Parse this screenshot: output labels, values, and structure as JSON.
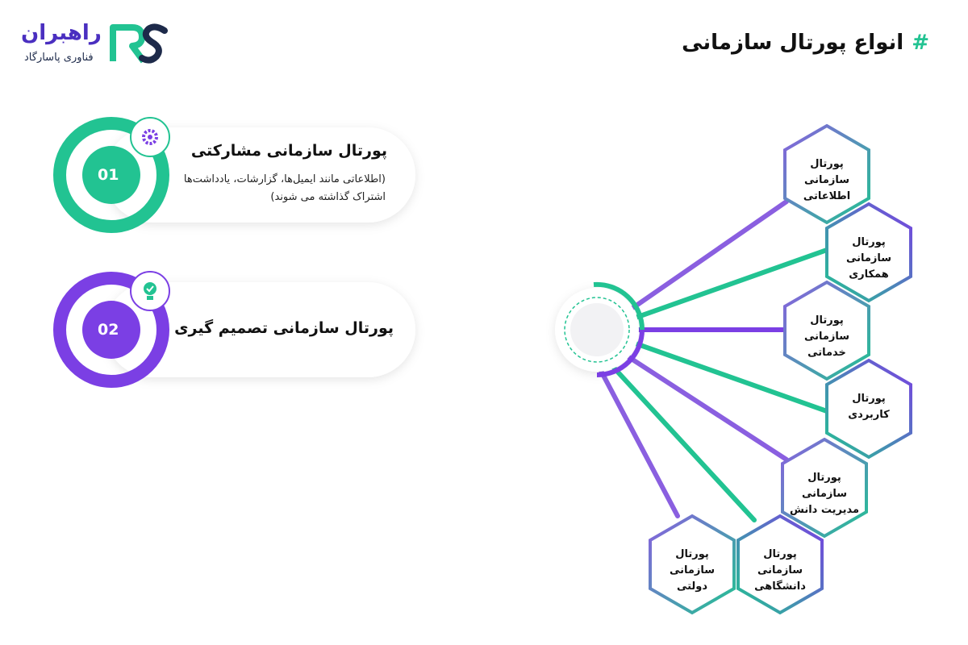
{
  "header": {
    "title": "انواع پورتال سازمانی",
    "hash": "#"
  },
  "logo": {
    "name": "راهبران",
    "subtitle": "فناوری پاسارگاد",
    "mark": "RS"
  },
  "cards": [
    {
      "number": "01",
      "title": "پورتال سازمانی مشارکتی",
      "description": "(اطلاعاتی مانند ایمیل‌ها، گزارشات، یادداشت‌ها اشتراک گذاشته می شوند)",
      "color": "#22c392",
      "icon": "gear-icon"
    },
    {
      "number": "02",
      "title": "پورتال سازمانی تصمیم گیری",
      "color": "#7b3fe4",
      "icon": "lightbulb-icon"
    }
  ],
  "portals": [
    {
      "line1": "پورتال سازمانی",
      "line2": "اطلاعاتی"
    },
    {
      "line1": "پورتال سازمانی",
      "line2": "همکاری"
    },
    {
      "line1": "پورتال سازمانی",
      "line2": "خدماتی"
    },
    {
      "line1": "پورتال",
      "line2": "کاربردی"
    },
    {
      "line1": "پورتال سازمانی",
      "line2": "مدیریت دانش"
    },
    {
      "line1": "پورتال سازمانی",
      "line2": "دانشگاهی"
    },
    {
      "line1": "پورتال سازمانی",
      "line2": "دولتی"
    }
  ],
  "colors": {
    "green": "#22c392",
    "purple": "#7b3fe4",
    "navy": "#1d2a4a"
  }
}
